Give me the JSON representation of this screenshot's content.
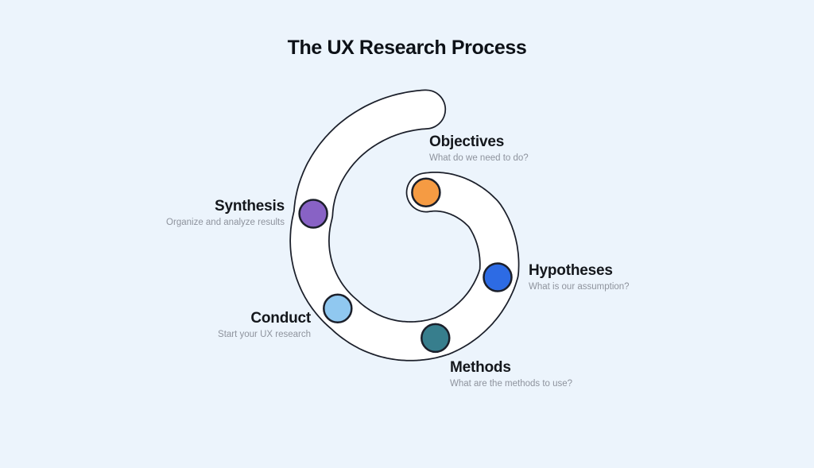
{
  "title": "The UX Research Process",
  "background_color": "#ECF4FC",
  "spiral": {
    "band_fill": "#FFFFFF",
    "outline_color": "#1B1F2A"
  },
  "steps": [
    {
      "id": "objectives",
      "label": "Objectives",
      "description": "What do we need to do?",
      "dot_color": "#F59B43"
    },
    {
      "id": "hypotheses",
      "label": "Hypotheses",
      "description": "What is our assumption?",
      "dot_color": "#2D6BE4"
    },
    {
      "id": "methods",
      "label": "Methods",
      "description": "What are the methods to use?",
      "dot_color": "#377E8D"
    },
    {
      "id": "conduct",
      "label": "Conduct",
      "description": "Start your UX research",
      "dot_color": "#90C8F0"
    },
    {
      "id": "synthesis",
      "label": "Synthesis",
      "description": "Organize and analyze results",
      "dot_color": "#8862C5"
    }
  ]
}
